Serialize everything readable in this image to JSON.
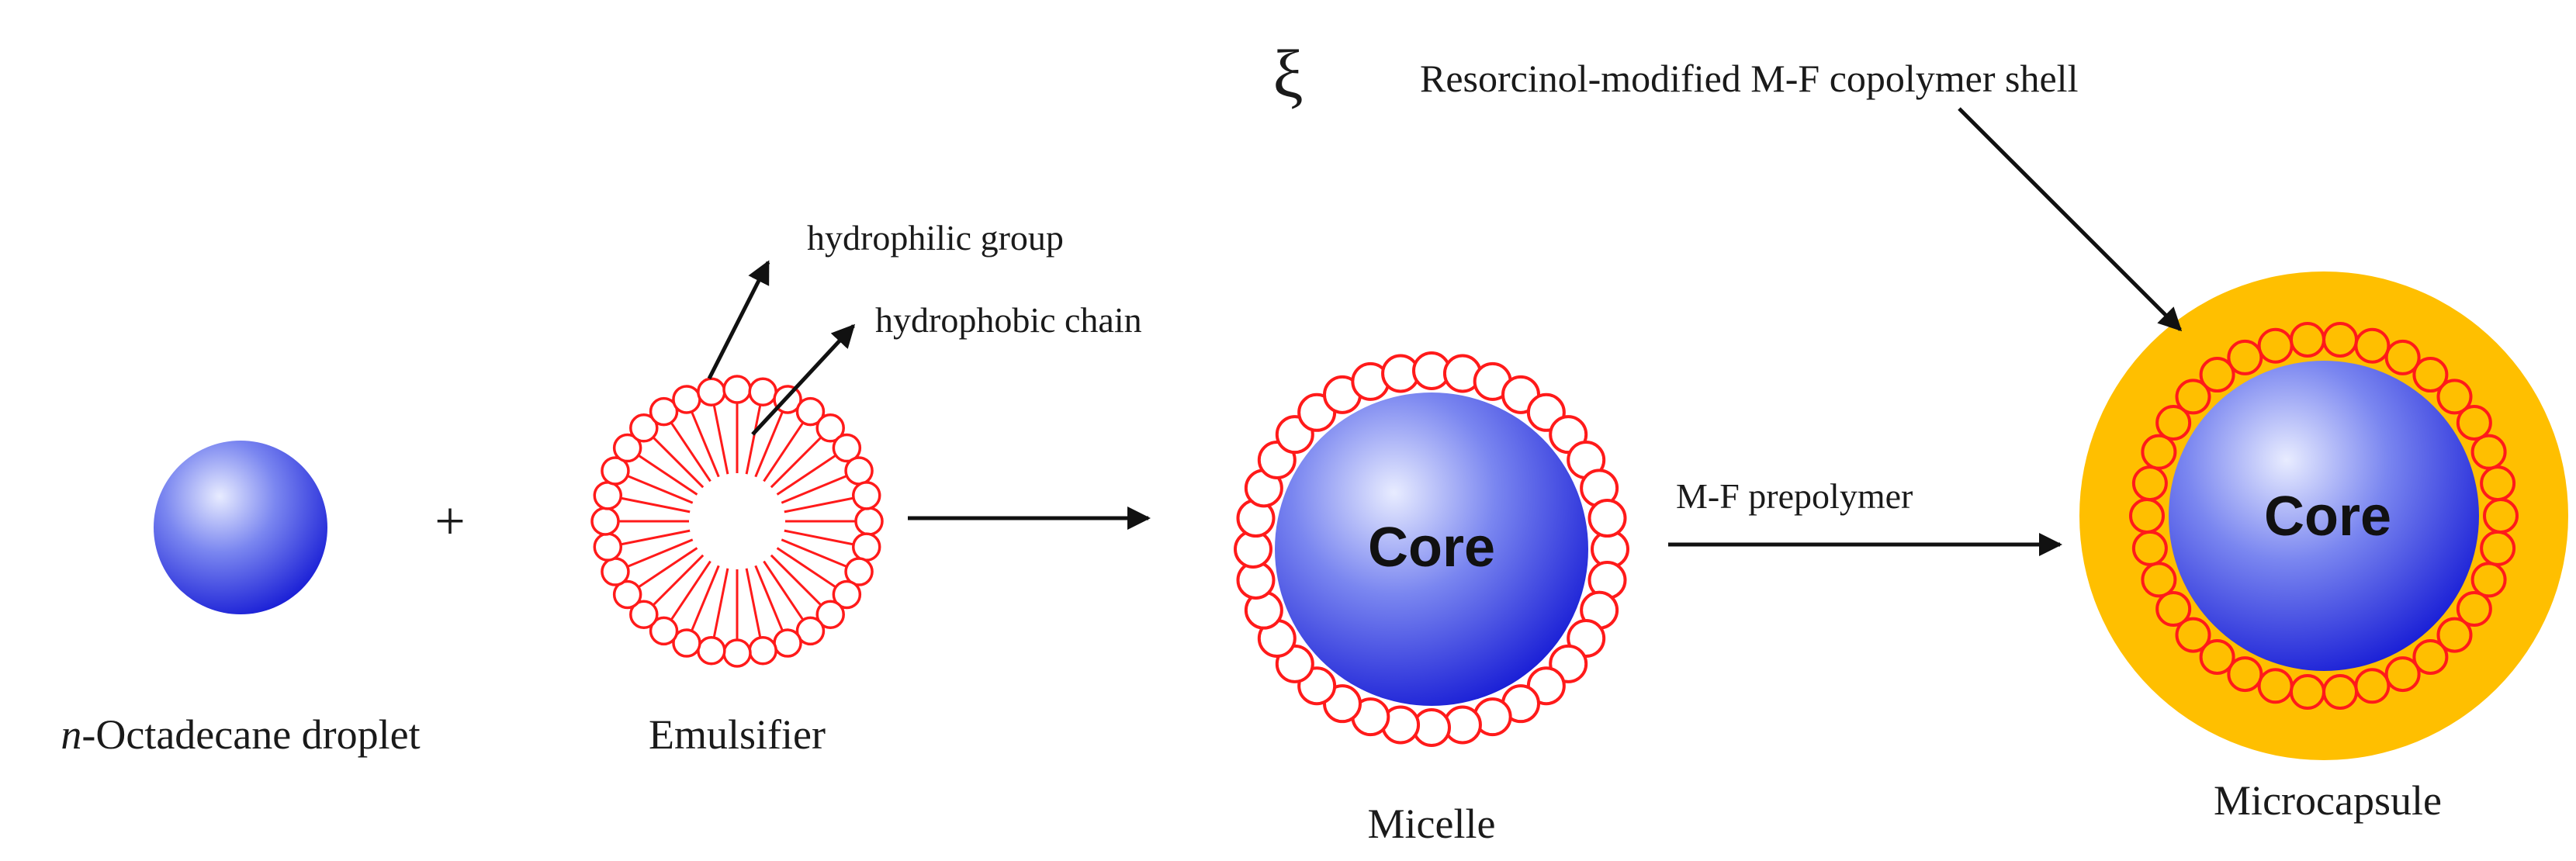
{
  "labels": {
    "droplet_italic": "n",
    "droplet_rest": "-Octadecane droplet",
    "plus": "+",
    "emulsifier": "Emulsifier",
    "hydrophilic": "hydrophilic group",
    "hydrophobic": "hydrophobic chain",
    "micelle": "Micelle",
    "core": "Core",
    "prepolymer": "M-F prepolymer",
    "microcapsule": "Microcapsule",
    "shell": "Resorcinol-modified M-F copolymer shell",
    "squiggle": "ξ"
  },
  "colors": {
    "sphere_light": "#e8ecff",
    "sphere_dark": "#1a1fd6",
    "ring": "#ff1a1a",
    "shell": "#ffbf00",
    "text": "#1a1a1a",
    "arrow": "#111111"
  },
  "counts": {
    "emulsifier_heads": 32,
    "micelle_heads": 36,
    "capsule_heads": 34
  }
}
